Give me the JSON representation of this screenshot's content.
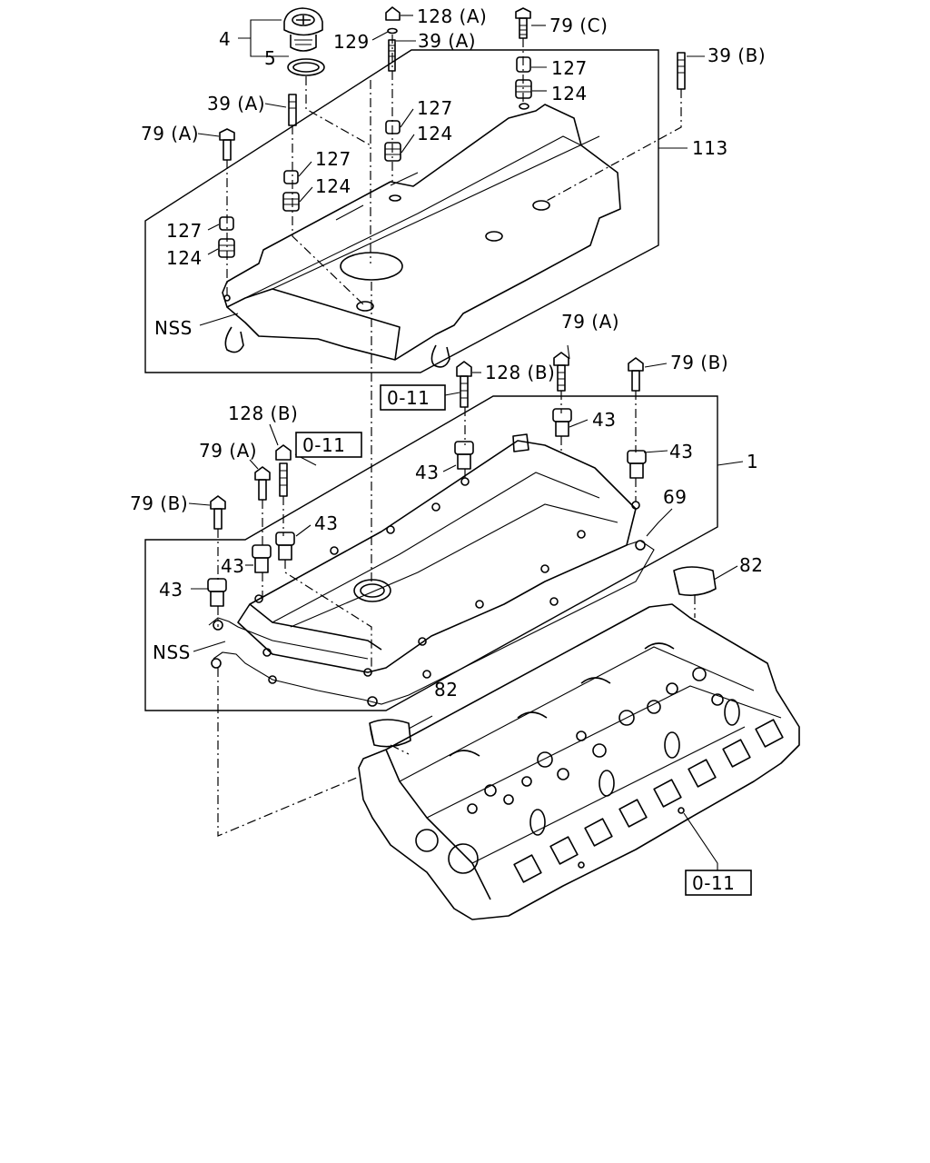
{
  "labels": {
    "p4": "4",
    "p5": "5",
    "p128a": "128 (A)",
    "p129": "129",
    "p39a_top": "39 (A)",
    "p79c": "79 (C)",
    "p127_top": "127",
    "p124_top": "124",
    "p39b": "39 (B)",
    "p39a_left": "39 (A)",
    "p79a_left": "79 (A)",
    "p127_mid": "127",
    "p124_mid": "124",
    "p127_c": "127",
    "p124_c": "124",
    "p127_l": "127",
    "p124_l": "124",
    "p113": "113",
    "nss_top": "NSS",
    "p79a_right": "79 (A)",
    "p79b_right": "79 (B)",
    "p128b_right": "128 (B)",
    "p43_r1": "43",
    "p43_r2": "43",
    "p1": "1",
    "p128b_left": "128 (B)",
    "p79a_lower": "79 (A)",
    "p43_c": "43",
    "p79b_left": "79 (B)",
    "p43_l1": "43",
    "p43_l2": "43",
    "p43_l3": "43",
    "p69": "69",
    "p82_r": "82",
    "p82_l": "82",
    "nss_bottom": "NSS"
  },
  "refs": {
    "ref1": "0-11",
    "ref2": "0-11",
    "ref3": "0-11"
  }
}
